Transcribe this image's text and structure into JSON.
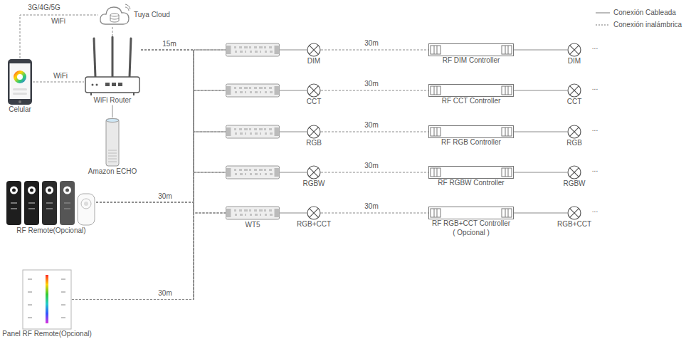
{
  "diagram": {
    "nodes": [
      {
        "text": [
          "Celular"
        ]
      },
      {
        "text": [
          "Tuya Cloud"
        ]
      },
      {
        "text": [
          "WiFi Router"
        ]
      },
      {
        "text": [
          "Amazon ECHO"
        ]
      },
      {
        "text": [
          "RF Remote(Opcional)"
        ]
      },
      {
        "text": [
          "Panel RF Remote(Opcional)"
        ]
      },
      {
        "text": []
      },
      {
        "text": [
          "DIM"
        ]
      },
      {
        "text": [
          "RF DIM Controller"
        ]
      },
      {
        "text": [
          "DIM"
        ]
      },
      {
        "text": []
      },
      {
        "text": [
          "CCT"
        ]
      },
      {
        "text": [
          "RF CCT Controller"
        ]
      },
      {
        "text": [
          "CCT"
        ]
      },
      {
        "text": []
      },
      {
        "text": [
          "RGB"
        ]
      },
      {
        "text": [
          "RF RGB Controller"
        ]
      },
      {
        "text": [
          "RGB"
        ]
      },
      {
        "text": []
      },
      {
        "text": [
          "RGBW"
        ]
      },
      {
        "text": [
          "RF RGBW Controller"
        ]
      },
      {
        "text": [
          "RGBW"
        ]
      },
      {
        "text": [
          "WT5"
        ]
      },
      {
        "text": [
          "RGB+CCT"
        ]
      },
      {
        "text": [
          "RF RGB+CCT Controller",
          "( Opcional )"
        ]
      },
      {
        "text": [
          "RGB+CCT"
        ]
      }
    ],
    "edges": [
      {
        "from": 0,
        "to": 1,
        "arrow": "none"
      },
      {
        "from": 1,
        "to": 2,
        "arrow": "none"
      },
      {
        "from": 0,
        "to": 2,
        "arrow": "none"
      },
      {
        "from": 2,
        "to": 3,
        "arrow": "none"
      },
      {
        "from": 2,
        "to": 6,
        "arrow": "none"
      },
      {
        "from": 2,
        "to": 10,
        "arrow": "none"
      },
      {
        "from": 2,
        "to": 14,
        "arrow": "none"
      },
      {
        "from": 2,
        "to": 18,
        "arrow": "none"
      },
      {
        "from": 2,
        "to": 22,
        "arrow": "none"
      },
      {
        "from": 4,
        "to": 6,
        "arrow": "none"
      },
      {
        "from": 4,
        "to": 10,
        "arrow": "none"
      },
      {
        "from": 4,
        "to": 14,
        "arrow": "none"
      },
      {
        "from": 4,
        "to": 18,
        "arrow": "none"
      },
      {
        "from": 4,
        "to": 22,
        "arrow": "none"
      },
      {
        "from": 5,
        "to": 6,
        "arrow": "none"
      },
      {
        "from": 5,
        "to": 10,
        "arrow": "none"
      },
      {
        "from": 5,
        "to": 14,
        "arrow": "none"
      },
      {
        "from": 5,
        "to": 18,
        "arrow": "none"
      },
      {
        "from": 5,
        "to": 22,
        "arrow": "none"
      },
      {
        "from": 6,
        "to": 7,
        "arrow": "none"
      },
      {
        "from": 7,
        "to": 8,
        "arrow": "none"
      },
      {
        "from": 8,
        "to": 9,
        "arrow": "none"
      },
      {
        "from": 10,
        "to": 11,
        "arrow": "none"
      },
      {
        "from": 11,
        "to": 12,
        "arrow": "none"
      },
      {
        "from": 12,
        "to": 13,
        "arrow": "none"
      },
      {
        "from": 14,
        "to": 15,
        "arrow": "none"
      },
      {
        "from": 15,
        "to": 16,
        "arrow": "none"
      },
      {
        "from": 16,
        "to": 17,
        "arrow": "none"
      },
      {
        "from": 18,
        "to": 19,
        "arrow": "none"
      },
      {
        "from": 19,
        "to": 20,
        "arrow": "none"
      },
      {
        "from": 20,
        "to": 21,
        "arrow": "none"
      },
      {
        "from": 22,
        "to": 23,
        "arrow": "none"
      },
      {
        "from": 23,
        "to": 24,
        "arrow": "none"
      },
      {
        "from": 24,
        "to": 25,
        "arrow": "none"
      }
    ],
    "labels": [
      "3G/4G/5G",
      "WiFi",
      "WiFi",
      "15m",
      "30m",
      "30m",
      "30m",
      "30m",
      "30m",
      "30m",
      "30m",
      "...",
      "...",
      "...",
      "...",
      "..."
    ],
    "legend": [
      {
        "text": "Conexión Cableada"
      },
      {
        "text": "Conexión inalámbrica"
      }
    ]
  }
}
